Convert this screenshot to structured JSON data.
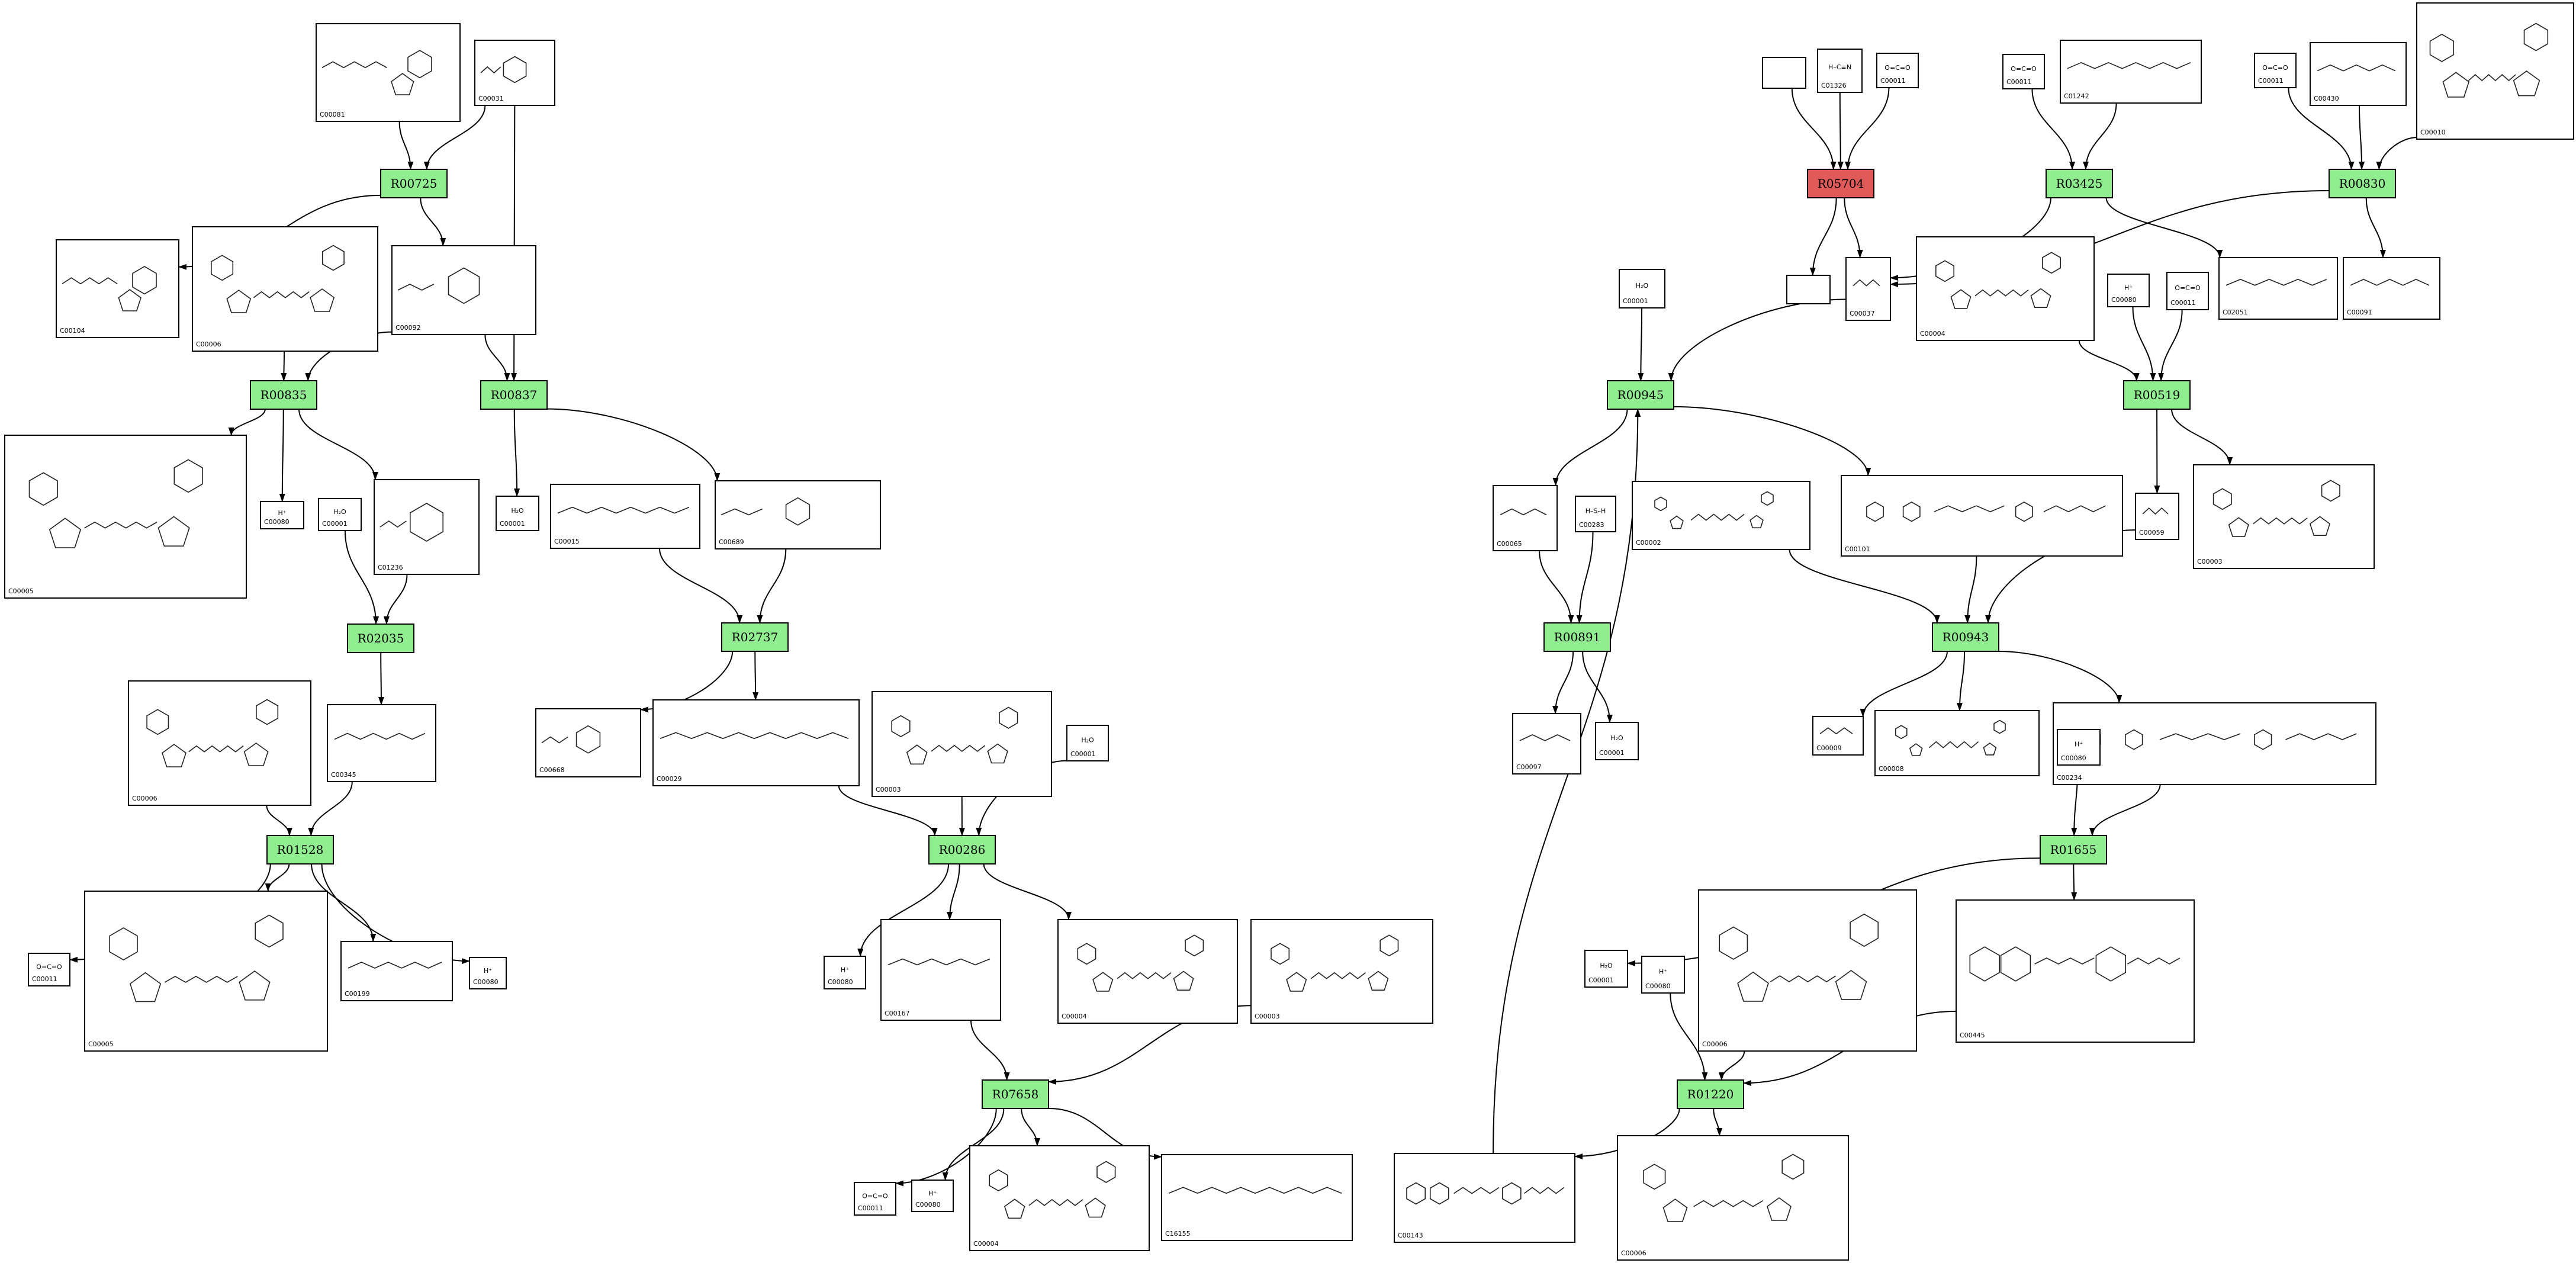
{
  "colors": {
    "reaction_default": "#90ee90",
    "reaction_highlight": "#e05a5a",
    "edge": "#000000",
    "box_border": "#000000"
  },
  "reactions": [
    {
      "id": "r_R00725",
      "label": "R00725",
      "color": "#90ee90"
    },
    {
      "id": "r_R00835",
      "label": "R00835",
      "color": "#90ee90"
    },
    {
      "id": "r_R00837",
      "label": "R00837",
      "color": "#90ee90"
    },
    {
      "id": "r_R02035",
      "label": "R02035",
      "color": "#90ee90"
    },
    {
      "id": "r_R02737",
      "label": "R02737",
      "color": "#90ee90"
    },
    {
      "id": "r_R01528",
      "label": "R01528",
      "color": "#90ee90"
    },
    {
      "id": "r_R00286",
      "label": "R00286",
      "color": "#90ee90"
    },
    {
      "id": "r_R07658",
      "label": "R07658",
      "color": "#90ee90"
    },
    {
      "id": "r_R05704",
      "label": "R05704",
      "color": "#e05a5a"
    },
    {
      "id": "r_R03425",
      "label": "R03425",
      "color": "#90ee90"
    },
    {
      "id": "r_R00830",
      "label": "R00830",
      "color": "#90ee90"
    },
    {
      "id": "r_R00945",
      "label": "R00945",
      "color": "#90ee90"
    },
    {
      "id": "r_R00519",
      "label": "R00519",
      "color": "#90ee90"
    },
    {
      "id": "r_R00891",
      "label": "R00891",
      "color": "#90ee90"
    },
    {
      "id": "r_R00943",
      "label": "R00943",
      "color": "#90ee90"
    },
    {
      "id": "r_R01655",
      "label": "R01655",
      "color": "#90ee90"
    },
    {
      "id": "r_R01220",
      "label": "R01220",
      "color": "#90ee90"
    }
  ],
  "compounds": [
    {
      "id": "c1",
      "code": "C00081",
      "formula": "",
      "mol": "nucleotide"
    },
    {
      "id": "c2",
      "code": "C00031",
      "formula": "",
      "mol": "sugar"
    },
    {
      "id": "c3",
      "code": "C00104",
      "formula": "",
      "mol": "nucleotide"
    },
    {
      "id": "c4",
      "code": "C00006",
      "formula": "",
      "mol": "nad"
    },
    {
      "id": "c5",
      "code": "C00092",
      "formula": "",
      "mol": "sugar"
    },
    {
      "id": "c6",
      "code": "C00005",
      "formula": "",
      "mol": "nad"
    },
    {
      "id": "c7",
      "code": "C00080",
      "formula": "H⁺",
      "mol": "none"
    },
    {
      "id": "c8",
      "code": "C00001",
      "formula": "H₂O",
      "mol": "none"
    },
    {
      "id": "c9",
      "code": "C01236",
      "formula": "",
      "mol": "sugar"
    },
    {
      "id": "c10",
      "code": "C00001",
      "formula": "H₂O",
      "mol": "none"
    },
    {
      "id": "c11",
      "code": "C00015",
      "formula": "",
      "mol": "chain"
    },
    {
      "id": "c12",
      "code": "C00689",
      "formula": "",
      "mol": "sugar"
    },
    {
      "id": "c13",
      "code": "C00006",
      "formula": "",
      "mol": "nad"
    },
    {
      "id": "c14",
      "code": "C00345",
      "formula": "",
      "mol": "chain"
    },
    {
      "id": "c15",
      "code": "C00668",
      "formula": "",
      "mol": "sugar"
    },
    {
      "id": "c16",
      "code": "C00029",
      "formula": "",
      "mol": "chain"
    },
    {
      "id": "c17",
      "code": "C00003",
      "formula": "",
      "mol": "nad"
    },
    {
      "id": "c18",
      "code": "C00001",
      "formula": "H₂O",
      "mol": "none"
    },
    {
      "id": "c19",
      "code": "C00011",
      "formula": "O=C=O",
      "mol": "none"
    },
    {
      "id": "c20",
      "code": "C00005",
      "formula": "",
      "mol": "nad"
    },
    {
      "id": "c21",
      "code": "C00199",
      "formula": "",
      "mol": "chain"
    },
    {
      "id": "c22",
      "code": "C00080",
      "formula": "H⁺",
      "mol": "none"
    },
    {
      "id": "c23",
      "code": "C00080",
      "formula": "H⁺",
      "mol": "none"
    },
    {
      "id": "c24",
      "code": "C00167",
      "formula": "",
      "mol": "chain"
    },
    {
      "id": "c25",
      "code": "C00004",
      "formula": "",
      "mol": "nad"
    },
    {
      "id": "c26",
      "code": "C00003",
      "formula": "",
      "mol": "nad"
    },
    {
      "id": "c27",
      "code": "C00011",
      "formula": "O=C=O",
      "mol": "none"
    },
    {
      "id": "c28",
      "code": "C00080",
      "formula": "H⁺",
      "mol": "none"
    },
    {
      "id": "c29",
      "code": "C00004",
      "formula": "",
      "mol": "nad"
    },
    {
      "id": "c30",
      "code": "C16155",
      "formula": "",
      "mol": "chain"
    },
    {
      "id": "c31",
      "code": "",
      "formula": "",
      "mol": "none"
    },
    {
      "id": "c32",
      "code": "C01326",
      "formula": "H–C≡N",
      "mol": "none"
    },
    {
      "id": "c33",
      "code": "C00011",
      "formula": "O=C=O",
      "mol": "none"
    },
    {
      "id": "c34",
      "code": "",
      "formula": "",
      "mol": "none"
    },
    {
      "id": "c35",
      "code": "C00037",
      "formula": "",
      "mol": "chain"
    },
    {
      "id": "c36",
      "code": "C00011",
      "formula": "O=C=O",
      "mol": "none"
    },
    {
      "id": "c37",
      "code": "C01242",
      "formula": "",
      "mol": "chain"
    },
    {
      "id": "c38",
      "code": "C02051",
      "formula": "",
      "mol": "chain"
    },
    {
      "id": "c39",
      "code": "C00011",
      "formula": "O=C=O",
      "mol": "none"
    },
    {
      "id": "c40",
      "code": "C00430",
      "formula": "",
      "mol": "chain"
    },
    {
      "id": "c41",
      "code": "C00010",
      "formula": "",
      "mol": "nad"
    },
    {
      "id": "c42",
      "code": "C00091",
      "formula": "",
      "mol": "chain"
    },
    {
      "id": "c43",
      "code": "C00001",
      "formula": "H₂O",
      "mol": "none"
    },
    {
      "id": "c44",
      "code": "C00004",
      "formula": "",
      "mol": "nad"
    },
    {
      "id": "c45",
      "code": "C00080",
      "formula": "H⁺",
      "mol": "none"
    },
    {
      "id": "c46",
      "code": "C00011",
      "formula": "O=C=O",
      "mol": "none"
    },
    {
      "id": "c47",
      "code": "C00065",
      "formula": "",
      "mol": "chain"
    },
    {
      "id": "c48",
      "code": "C00283",
      "formula": "H–S–H",
      "mol": "none"
    },
    {
      "id": "c49",
      "code": "C00002",
      "formula": "",
      "mol": "nad"
    },
    {
      "id": "c50",
      "code": "C00101",
      "formula": "",
      "mol": "folate"
    },
    {
      "id": "c51",
      "code": "C00059",
      "formula": "",
      "mol": "chain"
    },
    {
      "id": "c52",
      "code": "C00003",
      "formula": "",
      "mol": "nad"
    },
    {
      "id": "c53",
      "code": "C00097",
      "formula": "",
      "mol": "chain"
    },
    {
      "id": "c54",
      "code": "C00001",
      "formula": "H₂O",
      "mol": "none"
    },
    {
      "id": "c55",
      "code": "C00009",
      "formula": "",
      "mol": "chain"
    },
    {
      "id": "c56",
      "code": "C00008",
      "formula": "",
      "mol": "nad"
    },
    {
      "id": "c57",
      "code": "C00234",
      "formula": "",
      "mol": "folate"
    },
    {
      "id": "c58",
      "code": "C00080",
      "formula": "H⁺",
      "mol": "none"
    },
    {
      "id": "c59",
      "code": "C00001",
      "formula": "H₂O",
      "mol": "none"
    },
    {
      "id": "c60",
      "code": "C00080",
      "formula": "H⁺",
      "mol": "none"
    },
    {
      "id": "c61",
      "code": "C00006",
      "formula": "",
      "mol": "nad"
    },
    {
      "id": "c62",
      "code": "C00445",
      "formula": "",
      "mol": "folate"
    },
    {
      "id": "c63",
      "code": "C00143",
      "formula": "",
      "mol": "folate"
    },
    {
      "id": "c64",
      "code": "C00006",
      "formula": "",
      "mol": "nad"
    }
  ]
}
